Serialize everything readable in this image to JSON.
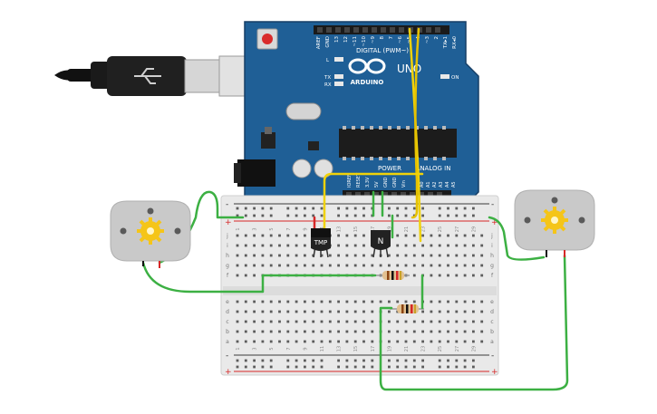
{
  "arduino": {
    "board_label": "UNO",
    "brand": "ARDUINO",
    "aref": "AREF",
    "gnd": "GND",
    "digital_label": "DIGITAL (PWM~)",
    "pin_labels": [
      "13",
      "12",
      "~11",
      "~10",
      "~9",
      "8",
      "7",
      "~6",
      "~5",
      "4",
      "~3",
      "2",
      "TX▸1",
      "RX◂0"
    ],
    "tx": "TX",
    "rx": "RX",
    "l": "L",
    "on": "ON",
    "power_label": "POWER",
    "analog_label": "ANALOG IN",
    "power_pins": [
      "IOREF",
      "RESET",
      "3.3V",
      "5V",
      "GND",
      "GND",
      "Vin"
    ],
    "analog_pins": [
      "A0",
      "A1",
      "A2",
      "A3",
      "A4",
      "A5"
    ]
  },
  "components": {
    "temp_sensor": "TMP",
    "transistor": "N"
  },
  "breadboard": {
    "row_letters_top": [
      "j",
      "i",
      "h",
      "g",
      "f"
    ],
    "row_letters_bottom": [
      "e",
      "d",
      "c",
      "b",
      "a"
    ],
    "column_numbers": [
      "1",
      "3",
      "5",
      "7",
      "9",
      "11",
      "13",
      "15",
      "17",
      "19",
      "21",
      "23",
      "25",
      "27",
      "29"
    ],
    "plus": "+",
    "minus": "-"
  },
  "colors": {
    "arduino_board": "#1f5f96",
    "wire_green": "#3cb043",
    "wire_yellow": "#f0d20a",
    "wire_red": "#d62828",
    "breadboard": "#e9e9e9",
    "motor_body": "#c9c9c9",
    "gear": "#f5c518"
  }
}
